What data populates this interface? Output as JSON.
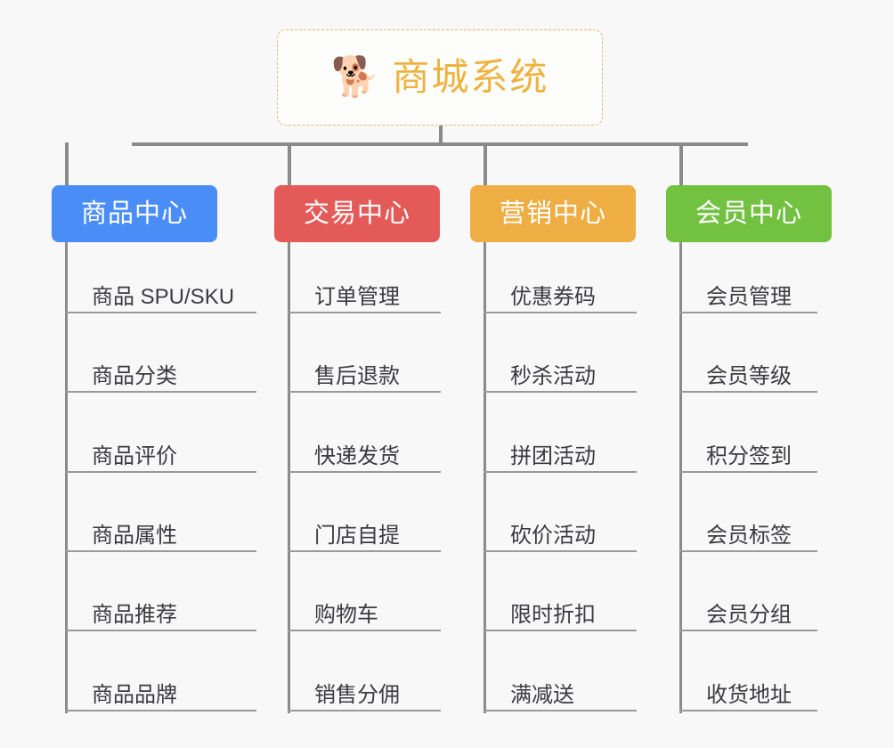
{
  "diagram": {
    "type": "mindmap-tree",
    "background_color": "#f8f8f8",
    "root": {
      "icon": "shiba-inu-dog-face-icon",
      "icon_glyph": "🐕",
      "title": "商城系统",
      "text_color": "#eeb33f",
      "border_color": "#e8b96a"
    },
    "connector_color": "#8a8a8a",
    "leaf_text_color": "#3b3b40",
    "leaf_underline_color": "#9a9a9a",
    "categories": [
      {
        "label": "商品中心",
        "color": "#4a8df6",
        "items": [
          "商品 SPU/SKU",
          "商品分类",
          "商品评价",
          "商品属性",
          "商品推荐",
          "商品品牌"
        ]
      },
      {
        "label": "交易中心",
        "color": "#e45a58",
        "items": [
          "订单管理",
          "售后退款",
          "快递发货",
          "门店自提",
          "购物车",
          "销售分佣"
        ]
      },
      {
        "label": "营销中心",
        "color": "#eeae44",
        "items": [
          "优惠券码",
          "秒杀活动",
          "拼团活动",
          "砍价活动",
          "限时折扣",
          "满减送"
        ]
      },
      {
        "label": "会员中心",
        "color": "#73c140",
        "items": [
          "会员管理",
          "会员等级",
          "积分签到",
          "会员标签",
          "会员分组",
          "收货地址"
        ]
      }
    ]
  }
}
